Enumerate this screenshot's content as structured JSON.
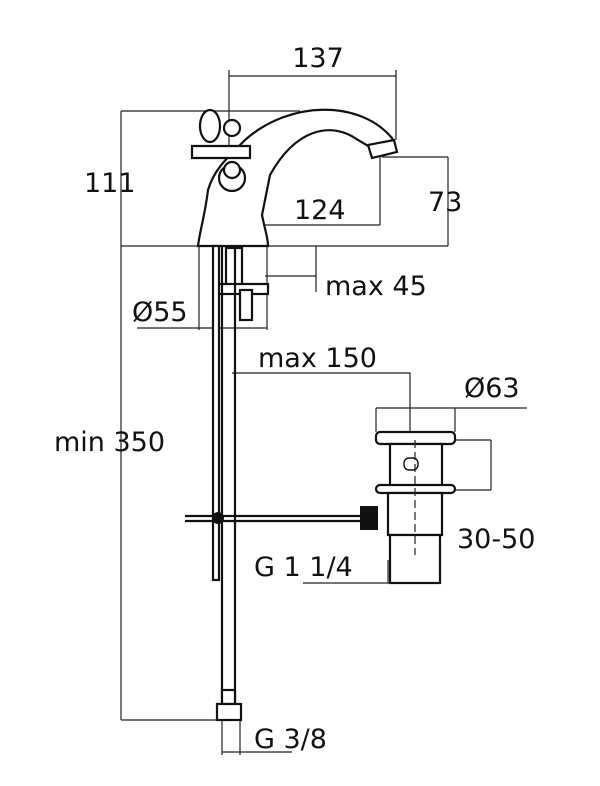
{
  "title": "Basin mixer dimension drawing",
  "dimensions": {
    "spout_reach": "137",
    "height": "111",
    "spout_outlet_height": "73",
    "spout_outlet_reach": "124",
    "max_deck_thickness": "max 45",
    "base_diameter": "Ø55",
    "max_drain_distance": "max 150",
    "waste_diameter": "Ø63",
    "waste_adjust": "30-50",
    "waste_thread": "G 1 1/4",
    "min_hose_length": "min 350",
    "hose_thread": "G 3/8"
  }
}
